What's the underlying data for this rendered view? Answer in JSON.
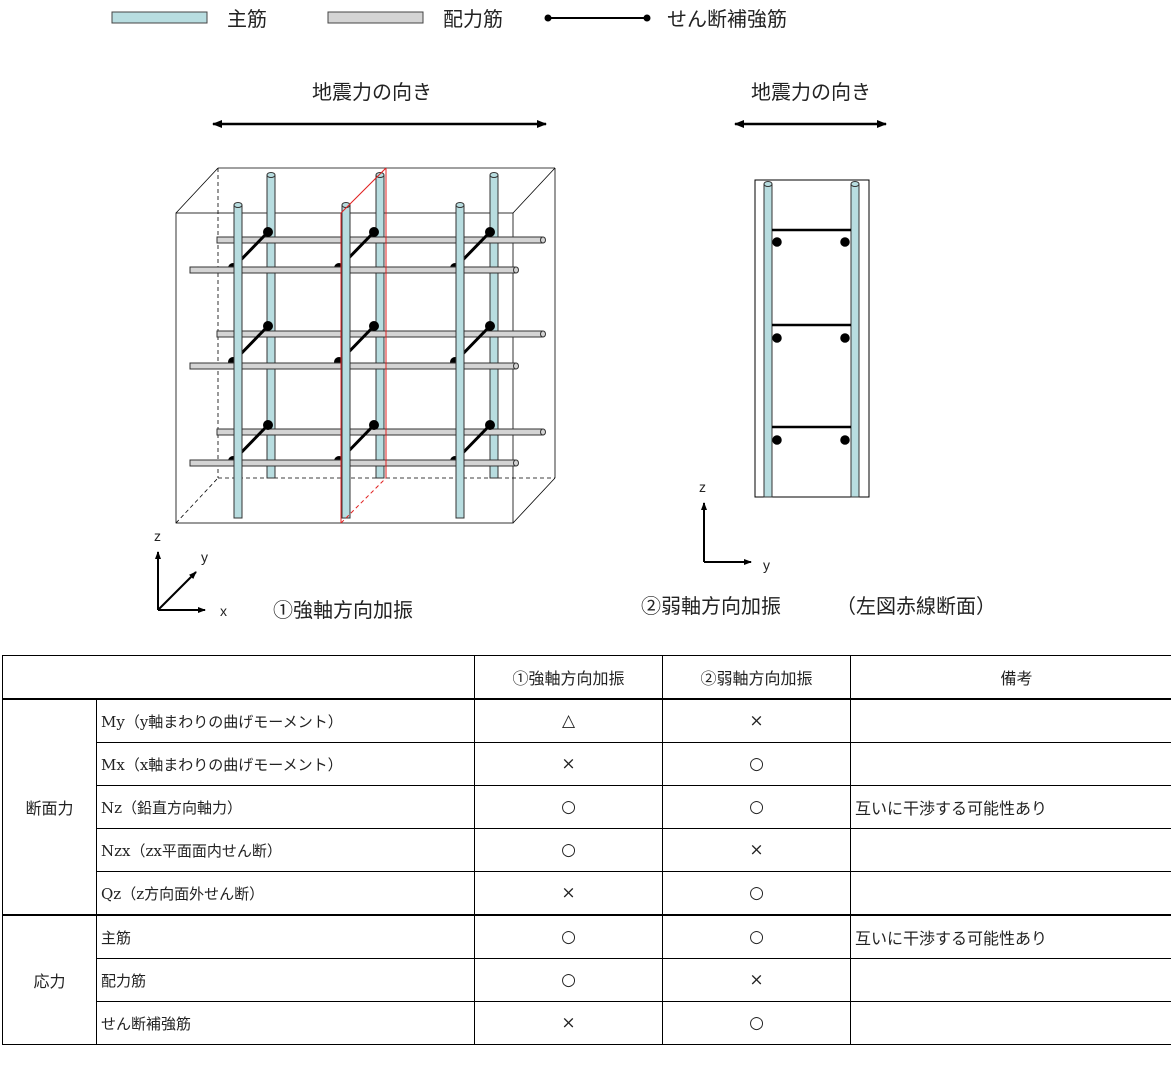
{
  "legend": {
    "main_rebar": "主筋",
    "distribution_rebar": "配力筋",
    "shear_rebar": "せん断補強筋"
  },
  "figure1": {
    "force_direction": "地震力の向き",
    "caption": "①強軸方向加振",
    "axis_labels": {
      "x": "x",
      "y": "y",
      "z": "z"
    }
  },
  "figure2": {
    "force_direction": "地震力の向き",
    "caption": "②弱軸方向加振",
    "caption_note": "（左図赤線断面）",
    "axis_labels": {
      "y": "y",
      "z": "z"
    }
  },
  "colors": {
    "main_rebar_fill": "#b8dde0",
    "distribution_rebar_fill": "#d4d4d4",
    "section_line": "#e02020"
  },
  "table": {
    "headers": [
      "",
      "",
      "①強軸方向加振",
      "②弱軸方向加振",
      "備考"
    ],
    "groups": [
      {
        "name": "断面力",
        "rows": [
          {
            "item": "My（y軸まわりの曲げモーメント）",
            "strong": "△",
            "weak": "×",
            "note": ""
          },
          {
            "item": "Mx（x軸まわりの曲げモーメント）",
            "strong": "×",
            "weak": "○",
            "note": ""
          },
          {
            "item": "Nz（鉛直方向軸力）",
            "strong": "○",
            "weak": "○",
            "note": "互いに干渉する可能性あり"
          },
          {
            "item": "Nzx（zx平面面内せん断）",
            "strong": "○",
            "weak": "×",
            "note": ""
          },
          {
            "item": "Qz（z方向面外せん断）",
            "strong": "×",
            "weak": "○",
            "note": ""
          }
        ]
      },
      {
        "name": "応力",
        "rows": [
          {
            "item": "主筋",
            "strong": "○",
            "weak": "○",
            "note": "互いに干渉する可能性あり"
          },
          {
            "item": "配力筋",
            "strong": "○",
            "weak": "×",
            "note": ""
          },
          {
            "item": "せん断補強筋",
            "strong": "×",
            "weak": "○",
            "note": ""
          }
        ]
      }
    ]
  }
}
